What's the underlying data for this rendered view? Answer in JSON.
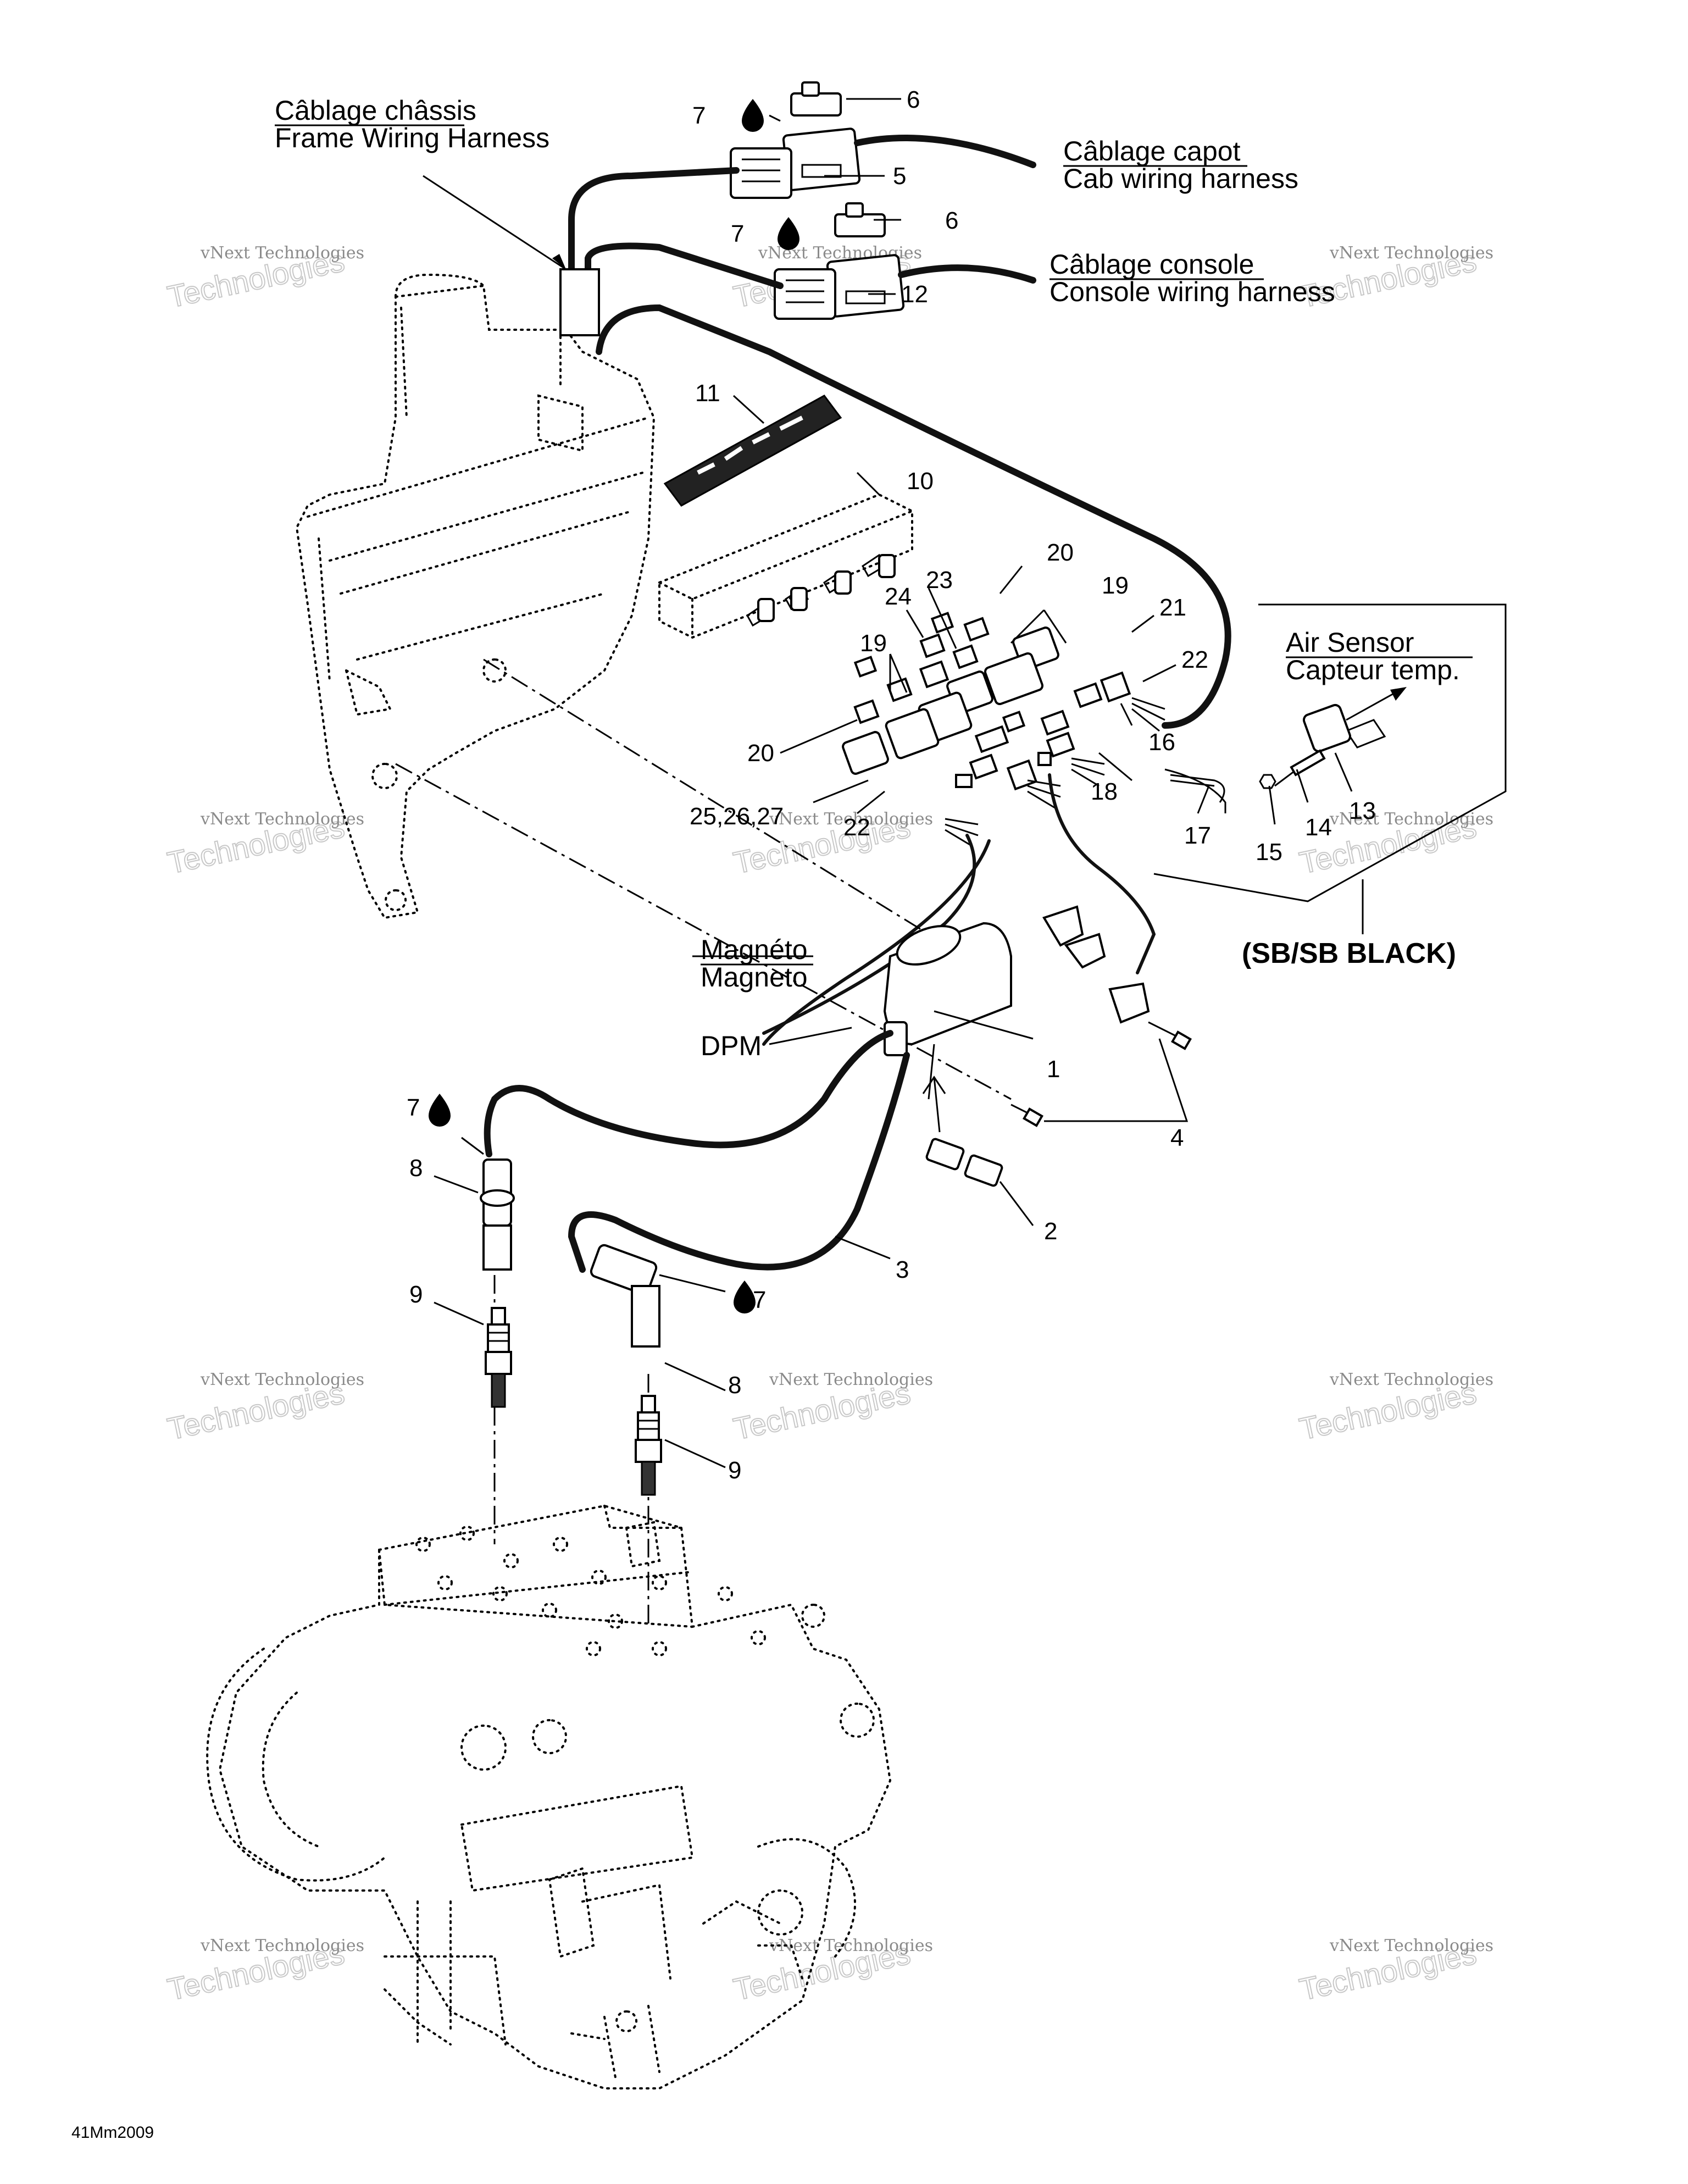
{
  "labels": {
    "frame_harness_fr": "Câblage châssis",
    "frame_harness_en": "Frame Wiring Harness",
    "cab_harness_fr": "Câblage capot",
    "cab_harness_en": "Cab wiring harness",
    "console_harness_fr": "Câblage console",
    "console_harness_en": "Console wiring harness",
    "air_sensor_en": "Air Sensor",
    "air_sensor_fr": "Capteur temp.",
    "magneto_fr": "Magnéto",
    "magneto_en": "Magneto",
    "dpm": "DPM",
    "model_note": "(SB/SB BLACK)",
    "drawing_code": "41Mm2009"
  },
  "callouts": {
    "c1": "1",
    "c2": "2",
    "c3": "3",
    "c4": "4",
    "c5": "5",
    "c6a": "6",
    "c6b": "6",
    "c7a": "7",
    "c7b": "7",
    "c7c": "7",
    "c7d": "7",
    "c8a": "8",
    "c8b": "8",
    "c9a": "9",
    "c9b": "9",
    "c10": "10",
    "c11": "11",
    "c12": "12",
    "c13": "13",
    "c14": "14",
    "c15": "15",
    "c16": "16",
    "c17": "17",
    "c18": "18",
    "c19a": "19",
    "c19b": "19",
    "c20a": "20",
    "c20b": "20",
    "c21": "21",
    "c22a": "22",
    "c22b": "22",
    "c23": "23",
    "c24": "24",
    "c25": "25,26,27"
  },
  "watermark": {
    "line1": "vNext Technologies",
    "line2": "Technologies",
    "line3": "vNext"
  }
}
